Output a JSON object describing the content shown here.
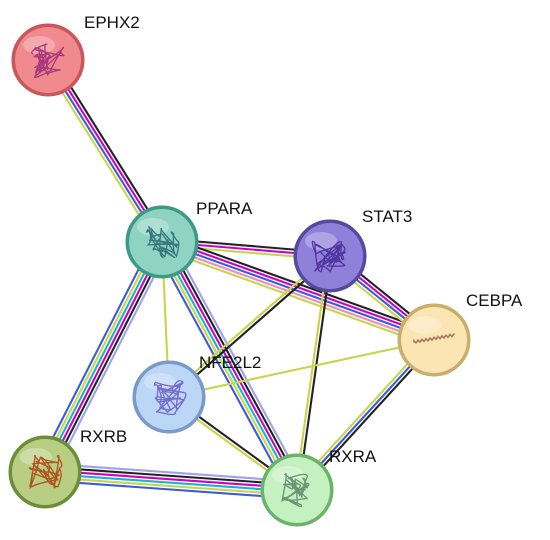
{
  "network": {
    "nodes": [
      {
        "id": "EPHX2",
        "label": "EPHX2",
        "fill": "#f08a8e",
        "stroke": "#c8565c",
        "glyph": "#a0307a"
      },
      {
        "id": "PPARA",
        "label": "PPARA",
        "fill": "#8fd3c2",
        "stroke": "#3e9a85",
        "glyph": "#2c6e77"
      },
      {
        "id": "STAT3",
        "label": "STAT3",
        "fill": "#8f80d9",
        "stroke": "#554a9c",
        "glyph": "#4a2c99"
      },
      {
        "id": "CEBPA",
        "label": "CEBPA",
        "fill": "#fbe6b3",
        "stroke": "#c9ae6c",
        "glyph": "#9e6c5a"
      },
      {
        "id": "NFE2L2",
        "label": "NFE2L2",
        "fill": "#bcd6f5",
        "stroke": "#7a9ac7",
        "glyph": "#6a62c8"
      },
      {
        "id": "RXRB",
        "label": "RXRB",
        "fill": "#b8cf83",
        "stroke": "#6e8d3a",
        "glyph": "#b0461a"
      },
      {
        "id": "RXRA",
        "label": "RXRA",
        "fill": "#c5f0c0",
        "stroke": "#6bb36a",
        "glyph": "#5f8a6a"
      }
    ],
    "edges": [
      {
        "from": "EPHX2",
        "to": "PPARA",
        "colors": [
          "#222222",
          "#cc00cc",
          "#3b5bdb",
          "#c8d44a"
        ]
      },
      {
        "from": "PPARA",
        "to": "STAT3",
        "colors": [
          "#222222",
          "#cc00cc",
          "#c8d44a"
        ]
      },
      {
        "from": "PPARA",
        "to": "CEBPA",
        "colors": [
          "#222222",
          "#cc00cc",
          "#3b5bdb",
          "#f08ac0",
          "#c8d44a"
        ]
      },
      {
        "from": "PPARA",
        "to": "NFE2L2",
        "colors": [
          "#c8d44a"
        ]
      },
      {
        "from": "PPARA",
        "to": "RXRB",
        "colors": [
          "#9fa0f0",
          "#222222",
          "#cc00cc",
          "#18b5c9",
          "#c8d44a",
          "#3b5bdb"
        ]
      },
      {
        "from": "PPARA",
        "to": "RXRA",
        "colors": [
          "#9fa0f0",
          "#222222",
          "#cc00cc",
          "#18b5c9",
          "#c8d44a",
          "#3b5bdb"
        ]
      },
      {
        "from": "STAT3",
        "to": "CEBPA",
        "colors": [
          "#222222",
          "#cc00cc",
          "#3b5bdb",
          "#c8d44a"
        ]
      },
      {
        "from": "STAT3",
        "to": "NFE2L2",
        "colors": [
          "#222222",
          "#c8d44a"
        ]
      },
      {
        "from": "STAT3",
        "to": "RXRA",
        "colors": [
          "#222222",
          "#c8d44a"
        ]
      },
      {
        "from": "CEBPA",
        "to": "NFE2L2",
        "colors": [
          "#c8d44a"
        ]
      },
      {
        "from": "CEBPA",
        "to": "RXRA",
        "colors": [
          "#222222",
          "#3b5bdb",
          "#c8d44a"
        ]
      },
      {
        "from": "NFE2L2",
        "to": "RXRA",
        "colors": [
          "#222222",
          "#c8d44a"
        ]
      },
      {
        "from": "RXRB",
        "to": "RXRA",
        "colors": [
          "#9fa0f0",
          "#222222",
          "#cc00cc",
          "#18b5c9",
          "#c8d44a",
          "#3b5bdb"
        ]
      }
    ]
  }
}
